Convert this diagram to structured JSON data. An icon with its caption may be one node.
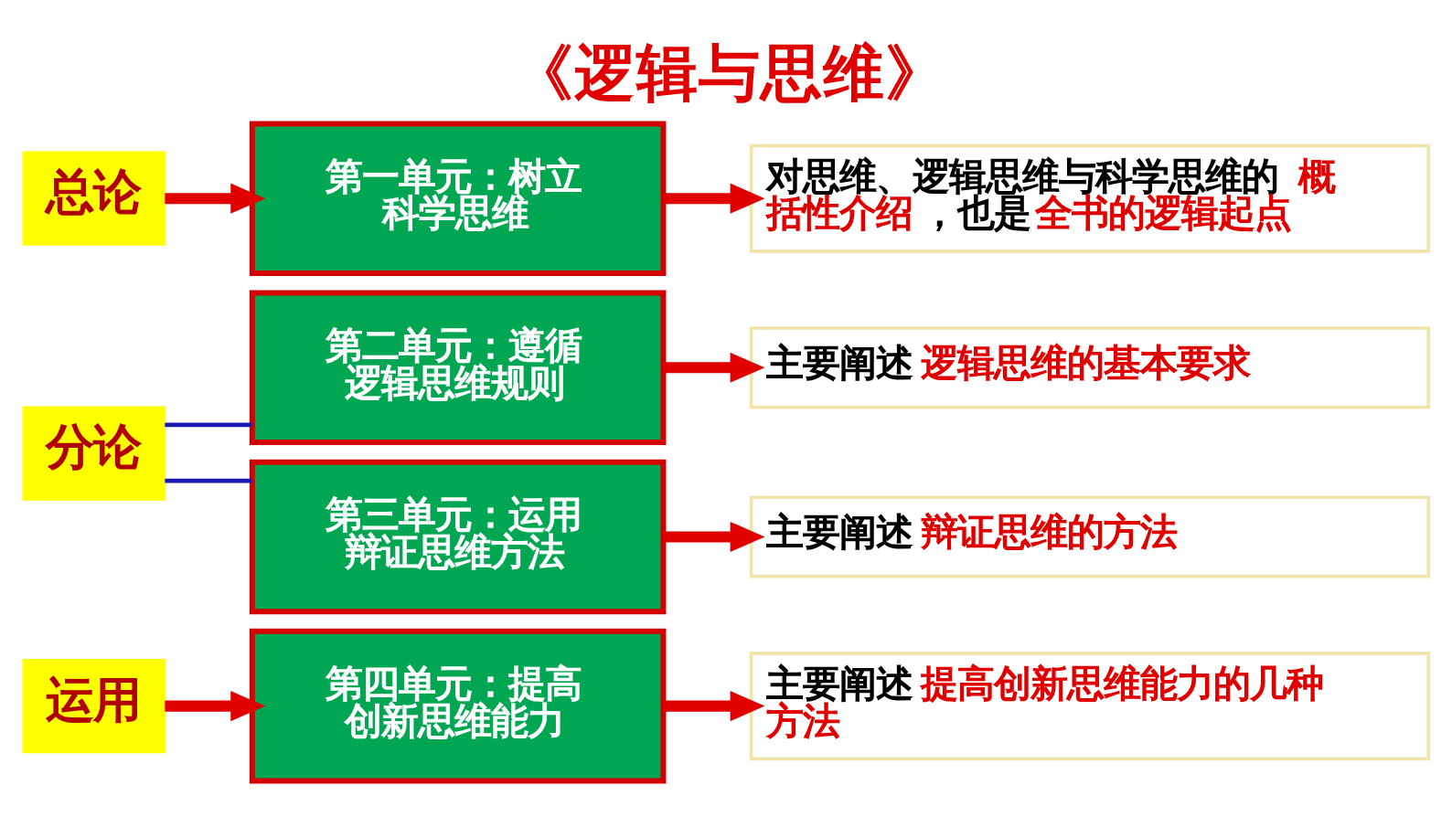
{
  "diagram": {
    "title": "《逻辑与思维》",
    "nodes": [
      {
        "text": [
          "总论"
        ]
      },
      {
        "text": [
          "第一单元：树立科学思维"
        ]
      },
      {
        "text": [
          "对思维、逻辑思维与科学思维的概括性介绍，也是全书的逻辑起点"
        ]
      },
      {
        "text": [
          "分论"
        ]
      },
      {
        "text": [
          "第二单元：遵循逻辑思维规则"
        ]
      },
      {
        "text": [
          "主要阐述逻辑思维的基本要求"
        ]
      },
      {
        "text": [
          "第三单元：运用辩证思维方法"
        ]
      },
      {
        "text": [
          "主要阐述辩证思维的方法"
        ]
      },
      {
        "text": [
          "运用"
        ]
      },
      {
        "text": [
          "第四单元：提高创新思维能力"
        ]
      },
      {
        "text": [
          "主要阐述提高创新思维能力的几种方法"
        ]
      }
    ],
    "edges": [
      {
        "from": 0,
        "to": 1,
        "arrow": "to"
      },
      {
        "from": 1,
        "to": 2,
        "arrow": "to"
      },
      {
        "from": 3,
        "to": 4,
        "arrow": "none",
        "color": "#1a1ab0"
      },
      {
        "from": 3,
        "to": 6,
        "arrow": "none",
        "color": "#1a1ab0"
      },
      {
        "from": 4,
        "to": 5,
        "arrow": "to"
      },
      {
        "from": 6,
        "to": 7,
        "arrow": "to"
      },
      {
        "from": 8,
        "to": 9,
        "arrow": "to"
      },
      {
        "from": 9,
        "to": 10,
        "arrow": "to"
      }
    ]
  }
}
